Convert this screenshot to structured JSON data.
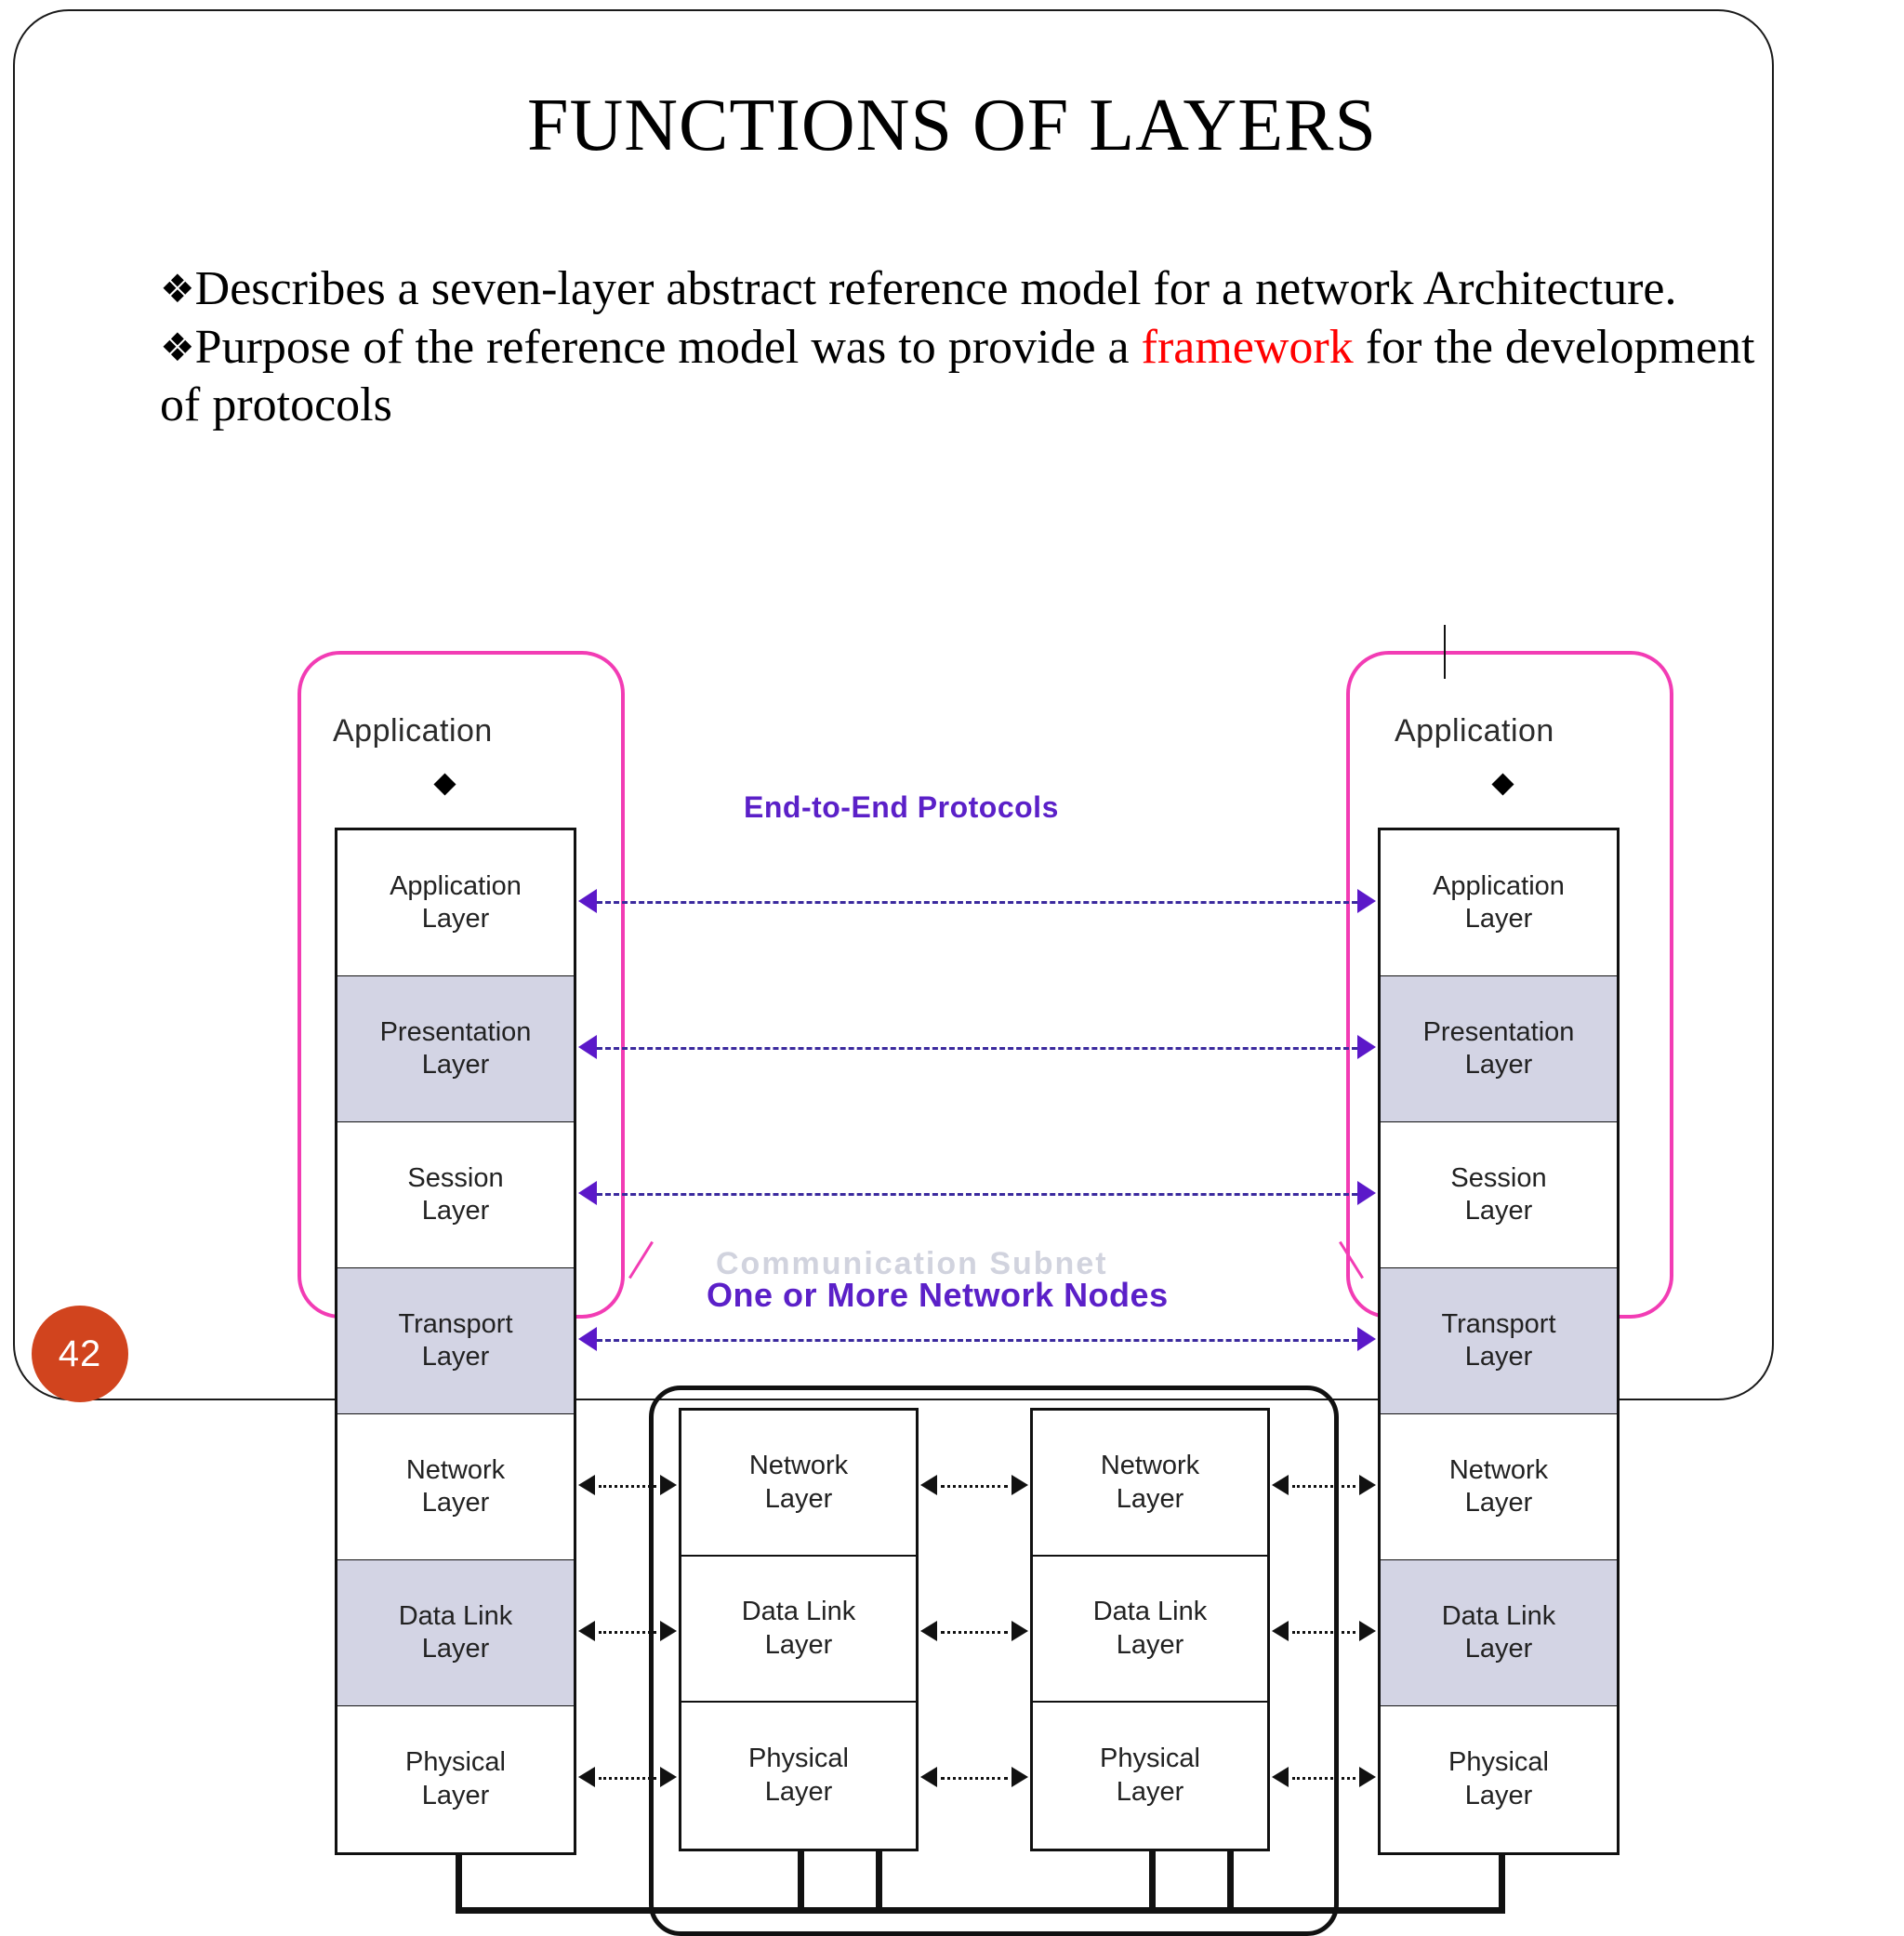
{
  "slide": {
    "page_number": "42",
    "title": "FUNCTIONS OF LAYERS",
    "accent_color": "#D1441E",
    "highlight_color": "#FF0000",
    "frame_color": "#1a1a1a"
  },
  "body": {
    "bullet_glyph": "❖",
    "bullet1_text": "Describes a seven-layer abstract reference model for a network Architecture.",
    "bullet2_pre": "Purpose of the reference model was to provide a ",
    "bullet2_highlight": "framework",
    "bullet2_post": " for the development of protocols"
  },
  "diagram": {
    "labels": {
      "end_to_end": "End-to-End Protocols",
      "network_nodes": "One or More Network Nodes",
      "ghost_subnet": "Communication Subnet"
    },
    "hosts": [
      {
        "caption": "Application",
        "side": "left"
      },
      {
        "caption": "Application",
        "side": "right"
      }
    ],
    "host_layers": [
      {
        "name": "Application Layer",
        "line1": "Application",
        "line2": "Layer",
        "shaded": false
      },
      {
        "name": "Presentation Layer",
        "line1": "Presentation",
        "line2": "Layer",
        "shaded": true
      },
      {
        "name": "Session Layer",
        "line1": "Session",
        "line2": "Layer",
        "shaded": false
      },
      {
        "name": "Transport Layer",
        "line1": "Transport",
        "line2": "Layer",
        "shaded": true
      },
      {
        "name": "Network Layer",
        "line1": "Network",
        "line2": "Layer",
        "shaded": false
      },
      {
        "name": "Data Link Layer",
        "line1": "Data Link",
        "line2": "Layer",
        "shaded": true
      },
      {
        "name": "Physical Layer",
        "line1": "Physical",
        "line2": "Layer",
        "shaded": false
      }
    ],
    "node_layers": [
      {
        "name": "Network Layer",
        "line1": "Network",
        "line2": "Layer"
      },
      {
        "name": "Data Link Layer",
        "line1": "Data Link",
        "line2": "Layer"
      },
      {
        "name": "Physical Layer",
        "line1": "Physical",
        "line2": "Layer"
      }
    ],
    "colors": {
      "host_envelope": "#F23CB4",
      "end_to_end_line": "#3b2a9e",
      "end_to_end_arrow": "#5b18c9",
      "label_purple": "#5B20C8",
      "shaded_layer": "#d3d4e4"
    }
  }
}
